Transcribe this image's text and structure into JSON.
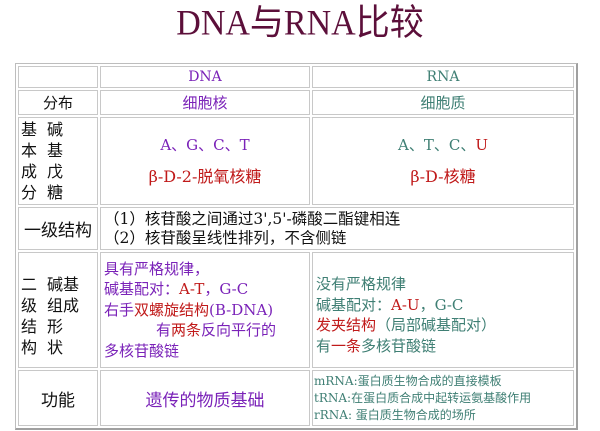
{
  "title": "DNA与RNA比较",
  "header": {
    "empty": "",
    "dna": "DNA",
    "rna": "RNA"
  },
  "rows": {
    "distribution": {
      "label": "分布",
      "dna": "细胞核",
      "rna": "细胞质"
    },
    "basic_components": {
      "label_col1": [
        "基",
        "本",
        "成",
        "分"
      ],
      "label_col2": [
        "碱",
        "基",
        "戊",
        "糖"
      ],
      "dna_bases": {
        "part1": "A、G、C、T"
      },
      "dna_sugar": "β-D-2-脱氧核糖",
      "rna_bases": {
        "part1": "A、T、C、",
        "part2": "U"
      },
      "rna_sugar": "β-D-核糖"
    },
    "primary_structure": {
      "label": "一级结构",
      "line1": "（1）核苷酸之间通过3',5'-磷酸二酯键相连",
      "line2": "（2）核苷酸呈线性排列，不含侧链"
    },
    "secondary_structure": {
      "label_col1": [
        "二",
        "级",
        "结",
        "构"
      ],
      "label_col2": [
        "碱基",
        "组成",
        "形",
        "状"
      ],
      "dna": {
        "l1": "具有严格规律，",
        "l2a": "碱基配对：",
        "l2b": "A-T",
        "l2c": "，G-C",
        "l3a": "右手",
        "l3b": "双螺旋结构",
        "l3c": "(B-DNA)",
        "l4a": "有",
        "l4b": "两条",
        "l4c": "反向平行的",
        "l5": "多核苷酸链"
      },
      "rna": {
        "l1": "没有严格规律",
        "l2a": "碱基配对：",
        "l2b": "A-U",
        "l2c": "，G-C",
        "l3a": "发夹结构",
        "l3b": "（局部碱基配对）",
        "l4a": "有",
        "l4b": "一条",
        "l4c": "多核苷酸链"
      }
    },
    "function": {
      "label": "功能",
      "dna": "遗传的物质基础",
      "rna": [
        "mRNA:蛋白质生物合成的直接模板",
        "tRNA:在蛋白质合成中起转运氨基酸作用",
        "rRNA: 蛋白质生物合成的场所"
      ]
    }
  },
  "colors": {
    "title": "#5c0f3a",
    "dna_text": "#7a22b8",
    "rna_text": "#3f7f74",
    "highlight": "#c01a1a"
  }
}
